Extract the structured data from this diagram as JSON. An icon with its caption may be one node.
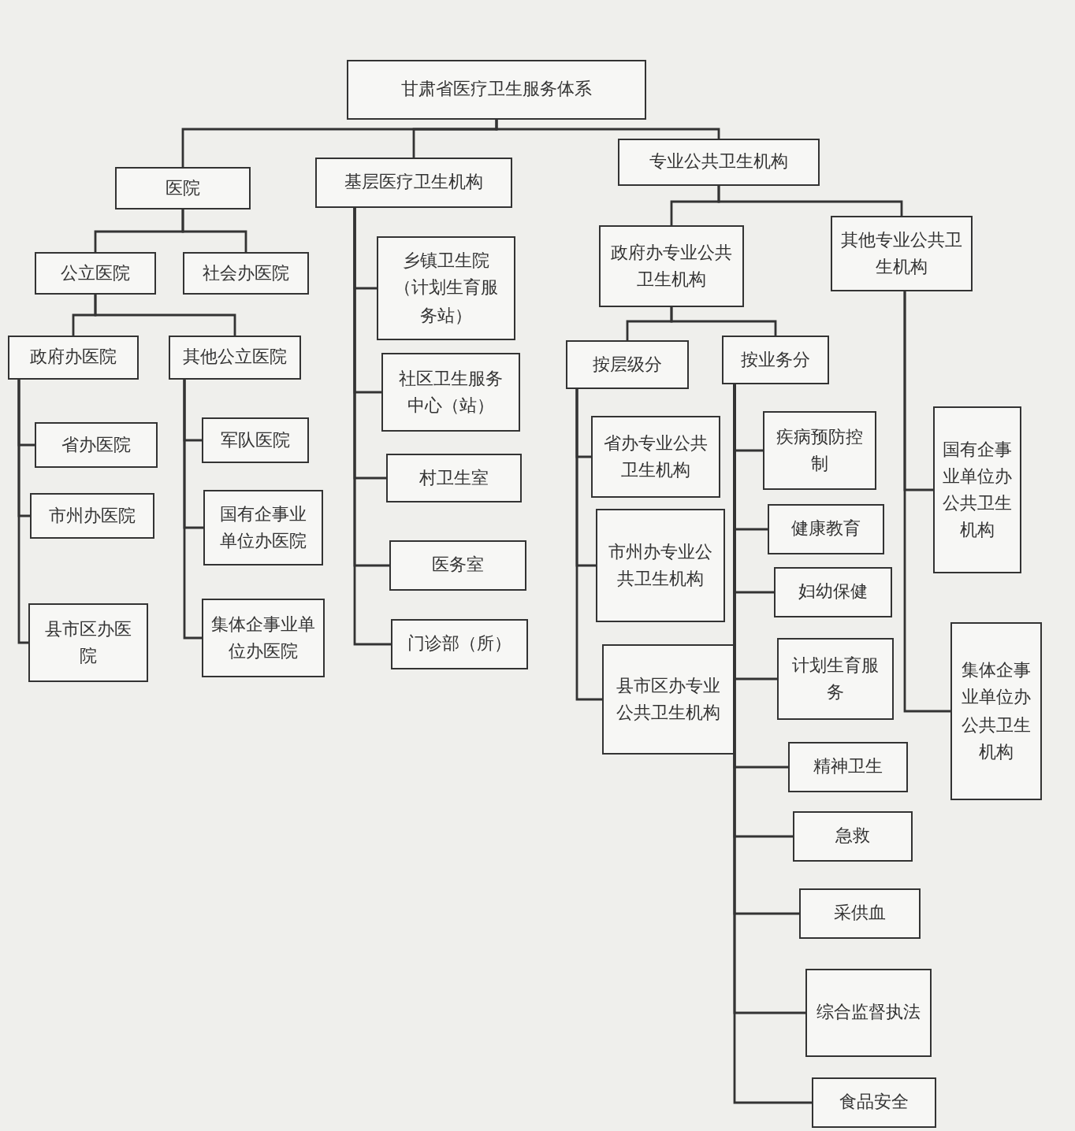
{
  "diagram": {
    "nodes": [
      {
        "text": [
          "甘肃省医疗卫生服务体系"
        ]
      },
      {
        "text": [
          "医院"
        ]
      },
      {
        "text": [
          "基层医疗卫生机构"
        ]
      },
      {
        "text": [
          "专业公共卫生机构"
        ]
      },
      {
        "text": [
          "公立医院"
        ]
      },
      {
        "text": [
          "社会办医院"
        ]
      },
      {
        "text": [
          "政府办医院"
        ]
      },
      {
        "text": [
          "其他公立医院"
        ]
      },
      {
        "text": [
          "省办医院"
        ]
      },
      {
        "text": [
          "市州办医院"
        ]
      },
      {
        "text": [
          "县市区办医院"
        ]
      },
      {
        "text": [
          "军队医院"
        ]
      },
      {
        "text": [
          "国有企事业单位办医院"
        ]
      },
      {
        "text": [
          "集体企事业单位办医院"
        ]
      },
      {
        "text": [
          "乡镇卫生院（计划生育服务站）"
        ]
      },
      {
        "text": [
          "社区卫生服务中心（站）"
        ]
      },
      {
        "text": [
          "村卫生室"
        ]
      },
      {
        "text": [
          "医务室"
        ]
      },
      {
        "text": [
          "门诊部（所）"
        ]
      },
      {
        "text": [
          "政府办专业公共卫生机构"
        ]
      },
      {
        "text": [
          "其他专业公共卫生机构"
        ]
      },
      {
        "text": [
          "按层级分"
        ]
      },
      {
        "text": [
          "按业务分"
        ]
      },
      {
        "text": [
          "省办专业公共卫生机构"
        ]
      },
      {
        "text": [
          "市州办专业公共卫生机构"
        ]
      },
      {
        "text": [
          "县市区办专业公共卫生机构"
        ]
      },
      {
        "text": [
          "疾病预防控制"
        ]
      },
      {
        "text": [
          "健康教育"
        ]
      },
      {
        "text": [
          "妇幼保健"
        ]
      },
      {
        "text": [
          "计划生育服务"
        ]
      },
      {
        "text": [
          "精神卫生"
        ]
      },
      {
        "text": [
          "急救"
        ]
      },
      {
        "text": [
          "采供血"
        ]
      },
      {
        "text": [
          "综合监督执法"
        ]
      },
      {
        "text": [
          "食品安全"
        ]
      },
      {
        "text": [
          "国有企事业单位办公共卫生机构"
        ]
      },
      {
        "text": [
          "集体企事业单位办公共卫生机构"
        ]
      }
    ],
    "edges": [
      {
        "from": 0,
        "to": 1,
        "arrow": "none"
      },
      {
        "from": 0,
        "to": 2,
        "arrow": "none"
      },
      {
        "from": 0,
        "to": 3,
        "arrow": "none"
      },
      {
        "from": 1,
        "to": 4,
        "arrow": "none"
      },
      {
        "from": 1,
        "to": 5,
        "arrow": "none"
      },
      {
        "from": 4,
        "to": 6,
        "arrow": "none"
      },
      {
        "from": 4,
        "to": 7,
        "arrow": "none"
      },
      {
        "from": 6,
        "to": 8,
        "arrow": "none"
      },
      {
        "from": 6,
        "to": 9,
        "arrow": "none"
      },
      {
        "from": 6,
        "to": 10,
        "arrow": "none"
      },
      {
        "from": 7,
        "to": 11,
        "arrow": "none"
      },
      {
        "from": 7,
        "to": 12,
        "arrow": "none"
      },
      {
        "from": 7,
        "to": 13,
        "arrow": "none"
      },
      {
        "from": 2,
        "to": 14,
        "arrow": "none"
      },
      {
        "from": 2,
        "to": 15,
        "arrow": "none"
      },
      {
        "from": 2,
        "to": 16,
        "arrow": "none"
      },
      {
        "from": 2,
        "to": 17,
        "arrow": "none"
      },
      {
        "from": 2,
        "to": 18,
        "arrow": "none"
      },
      {
        "from": 3,
        "to": 19,
        "arrow": "none"
      },
      {
        "from": 3,
        "to": 20,
        "arrow": "none"
      },
      {
        "from": 19,
        "to": 21,
        "arrow": "none"
      },
      {
        "from": 19,
        "to": 22,
        "arrow": "none"
      },
      {
        "from": 21,
        "to": 23,
        "arrow": "none"
      },
      {
        "from": 21,
        "to": 24,
        "arrow": "none"
      },
      {
        "from": 21,
        "to": 25,
        "arrow": "none"
      },
      {
        "from": 22,
        "to": 26,
        "arrow": "none"
      },
      {
        "from": 22,
        "to": 27,
        "arrow": "none"
      },
      {
        "from": 22,
        "to": 28,
        "arrow": "none"
      },
      {
        "from": 22,
        "to": 29,
        "arrow": "none"
      },
      {
        "from": 22,
        "to": 30,
        "arrow": "none"
      },
      {
        "from": 22,
        "to": 31,
        "arrow": "none"
      },
      {
        "from": 22,
        "to": 32,
        "arrow": "none"
      },
      {
        "from": 22,
        "to": 33,
        "arrow": "none"
      },
      {
        "from": 22,
        "to": 34,
        "arrow": "none"
      },
      {
        "from": 20,
        "to": 35,
        "arrow": "none"
      },
      {
        "from": 20,
        "to": 36,
        "arrow": "none"
      }
    ]
  }
}
